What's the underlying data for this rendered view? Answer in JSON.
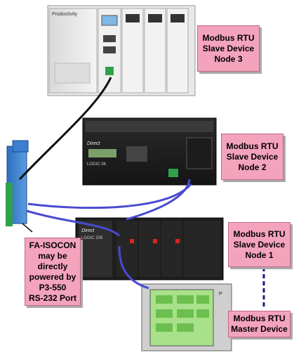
{
  "callouts": {
    "node3": [
      "Modbus RTU",
      "Slave Device",
      "Node 3"
    ],
    "node2": [
      "Modbus RTU",
      "Slave Device",
      "Node 2"
    ],
    "node1": [
      "Modbus RTU",
      "Slave Device",
      "Node 1"
    ],
    "master": [
      "Modbus RTU",
      "Master Device"
    ],
    "isocon": [
      "FA-ISOCON",
      "may be",
      "directly",
      "powered by",
      "P3-550",
      "RS-232 Port"
    ]
  },
  "device_labels": {
    "productivity": "Productivity",
    "direct_logic_top": "Direct",
    "direct_logic_top_model": "LOGIC 06",
    "direct_logic_bottom": "Direct",
    "direct_logic_bottom_model": "LOGIC 205",
    "hmi_corner": "P"
  },
  "colors": {
    "callout_fill": "#f4a3bd",
    "cable_blue": "#4a4ad0",
    "cable_black": "#111111",
    "isocon_blue": "#3a7fd0",
    "hmi_screen": "#a9e08a"
  }
}
